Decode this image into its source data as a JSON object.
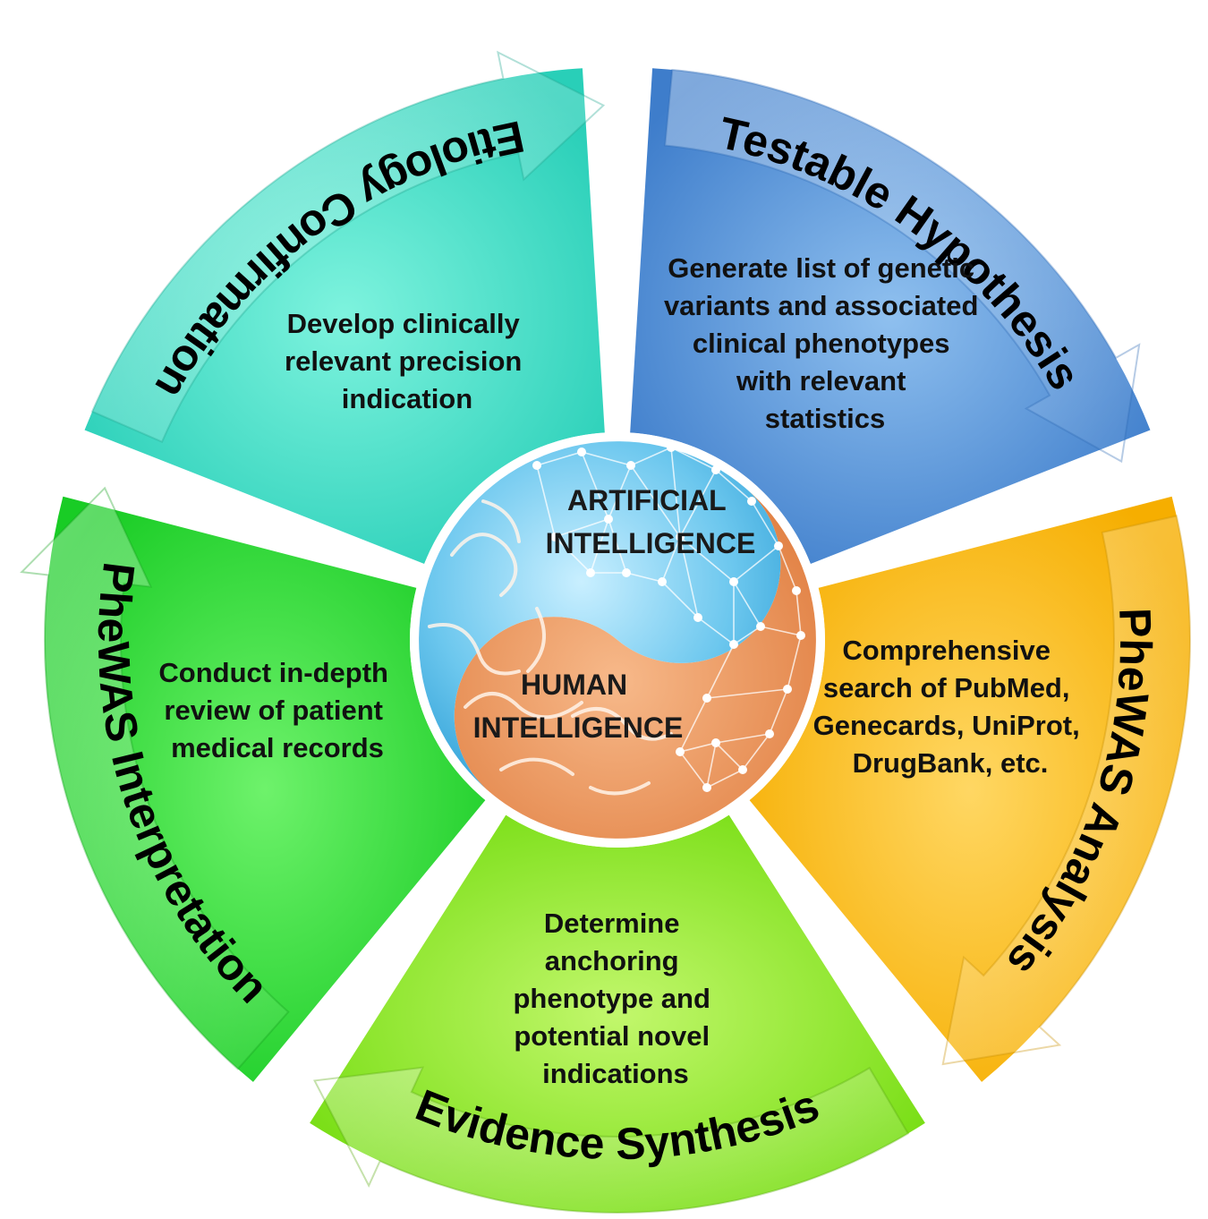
{
  "segments": [
    {
      "id": "testable-hypothesis",
      "title": "Testable Hypothesis",
      "description": [
        "Develop clinically",
        "relevant precision",
        "indication"
      ],
      "color_light": "#7fb2e8",
      "color_dark": "#3f7fcf"
    },
    {
      "id": "phewas-analysis",
      "title": "PheWAS Analysis",
      "description": [
        "Generate list of genetic",
        "variants and associated",
        "clinical phenotypes",
        "with relevant",
        "statistics"
      ],
      "color_light": "#ffd45c",
      "color_dark": "#f7b500"
    },
    {
      "id": "evidence-synthesis",
      "title": "Evidence Synthesis",
      "description": [
        "Comprehensive",
        "search of PubMed,",
        "Genecards, UniProt,",
        "DrugBank, etc."
      ],
      "color_light": "#b6f55a",
      "color_dark": "#7ee21a"
    },
    {
      "id": "phewas-interpretation",
      "title": "PheWAS Interpretation",
      "description": [
        "Determine",
        "anchoring",
        "phenotype and",
        "potential novel",
        "indications"
      ],
      "color_light": "#5cef5c",
      "color_dark": "#1fd12a"
    },
    {
      "id": "etiology-confirmation",
      "title": "Etiology Confirmation",
      "description": [
        "Conduct in-depth",
        "review of patient",
        "medical records"
      ],
      "color_light": "#6ff0d8",
      "color_dark": "#2fd4bd"
    }
  ],
  "core": {
    "ai_label": [
      "ARTIFICIAL",
      "INTELLIGENCE"
    ],
    "human_label": [
      "HUMAN",
      "INTELLIGENCE"
    ],
    "ai_color": "#7fd0f2",
    "human_color": "#ee9a62"
  }
}
